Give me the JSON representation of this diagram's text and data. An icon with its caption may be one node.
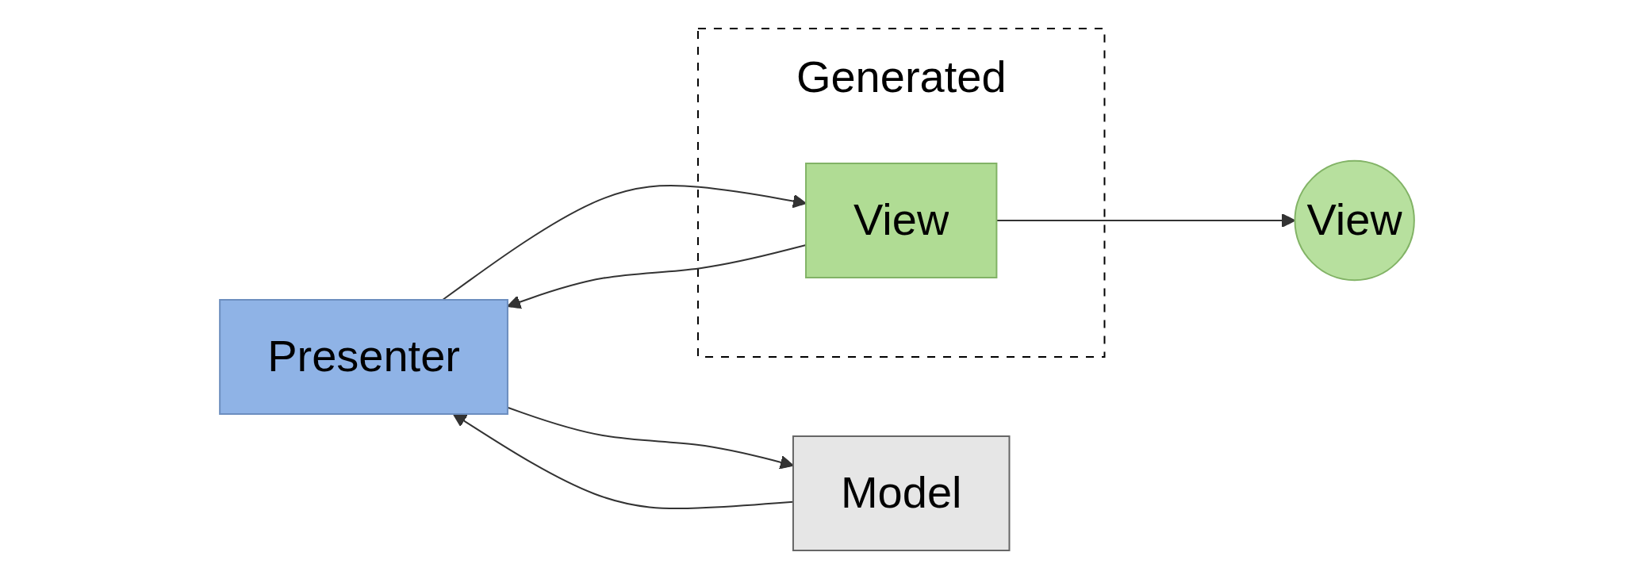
{
  "diagram": {
    "nodes": [
      {
        "text": [
          "Presenter"
        ]
      },
      {
        "text": [
          "Generated"
        ]
      },
      {
        "text": [
          "Model"
        ]
      },
      {
        "text": [
          "View"
        ],
        "in": 1
      },
      {
        "text": [
          "View"
        ]
      }
    ],
    "edges": [
      {
        "from": 2,
        "to": 0,
        "arrow": "to"
      },
      {
        "from": 0,
        "to": 2,
        "arrow": "to"
      },
      {
        "from": 0,
        "to": 3,
        "arrow": "to"
      },
      {
        "from": 3,
        "to": 0,
        "arrow": "to"
      },
      {
        "from": 3,
        "to": 4,
        "arrow": "to"
      }
    ]
  }
}
